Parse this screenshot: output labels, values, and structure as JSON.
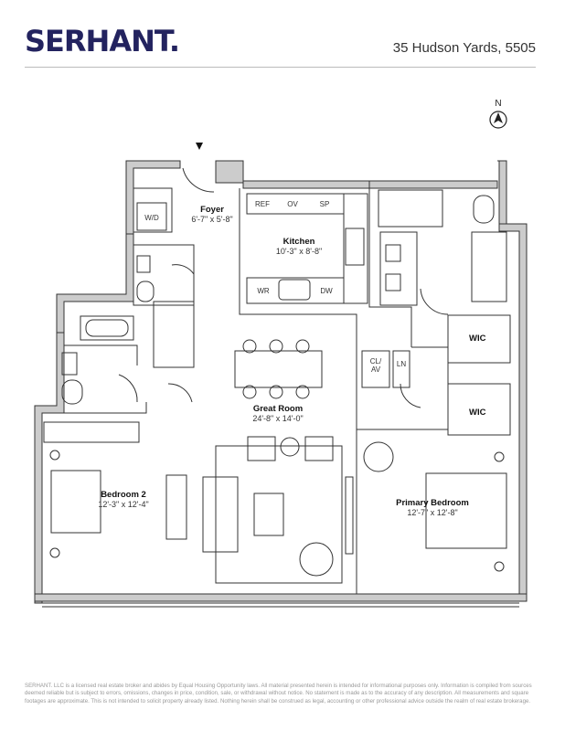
{
  "brand": {
    "logo": "SERHANT."
  },
  "header": {
    "address": "35 Hudson Yards, 5505"
  },
  "compass": {
    "label": "N"
  },
  "rooms": {
    "foyer": {
      "name": "Foyer",
      "dims": "6'-7\" x 5'-8\""
    },
    "kitchen": {
      "name": "Kitchen",
      "dims": "10'-3\" x 8'-8\""
    },
    "great_room": {
      "name": "Great Room",
      "dims": "24'-8\" x 14'-0\""
    },
    "bedroom2": {
      "name": "Bedroom 2",
      "dims": "12'-3\" x 12'-4\""
    },
    "primary": {
      "name": "Primary Bedroom",
      "dims": "12'-7\" x 12'-8\""
    }
  },
  "tags": {
    "wd": "W/D",
    "ref": "REF",
    "ov": "OV",
    "sp": "SP",
    "wr": "WR",
    "dw": "DW",
    "clav": "CL/\nAV",
    "ln": "LN",
    "wic1": "WIC",
    "wic2": "WIC"
  },
  "disclaimer": "SERHANT. LLC is a licensed real estate broker and abides by Equal Housing Opportunity laws. All material presented herein is intended for informational purposes only. Information is compiled from sources deemed reliable but is subject to errors, omissions, changes in price, condition, sale, or withdrawal without notice. No statement is made as to the accuracy of any description. All measurements and square footages are approximate. This is not intended to solicit property already listed. Nothing herein shall be construed as legal, accounting or other professional advice outside the realm of real estate brokerage."
}
